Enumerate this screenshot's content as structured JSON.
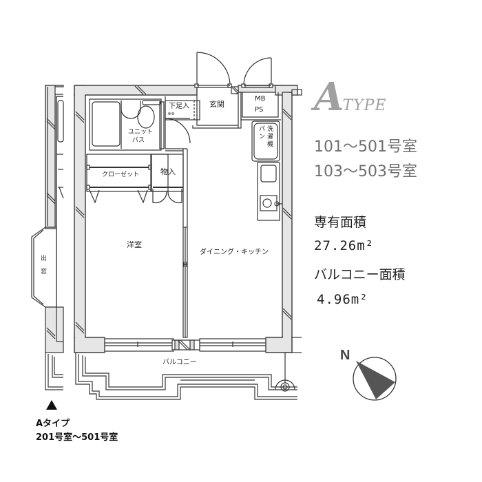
{
  "type_heading": {
    "letter": "A",
    "suffix": "TYPE",
    "color": "#a0a0a0"
  },
  "room_ranges": [
    "101～501号室",
    "103～503号室"
  ],
  "areas": {
    "private_area_label": "専有面積",
    "private_area_value": "27.26m²",
    "balcony_area_label": "バルコニー面積",
    "balcony_area_value": "4.96m²"
  },
  "compass": {
    "label": "N"
  },
  "floor_plan": {
    "rooms": {
      "entrance": "玄関",
      "shoe_box": "下足入",
      "meter_box": "MB",
      "pipe_space": "PS",
      "unit_bath": "ユニット\nバス",
      "unit_bath_line1": "ユニット",
      "unit_bath_line2": "バス",
      "washer_pan": "洗濯機パン",
      "washer_pan_col1": "洗濯機",
      "washer_pan_col2": "パン",
      "closet": "クローゼット",
      "storage": "物入",
      "western_room": "洋室",
      "dining_kitchen": "ダイニング・キッチン",
      "balcony": "バルコニー",
      "bay_window": "出窓"
    }
  },
  "neighbor_caption": {
    "marker": "▲",
    "type_label": "Aタイプ",
    "rooms": "201号室～501号室"
  },
  "colors": {
    "wall_fill": "#e6e6e6",
    "line": "#333333",
    "compass_fill": "#555555",
    "room_range_text": "#6e6e6e"
  }
}
